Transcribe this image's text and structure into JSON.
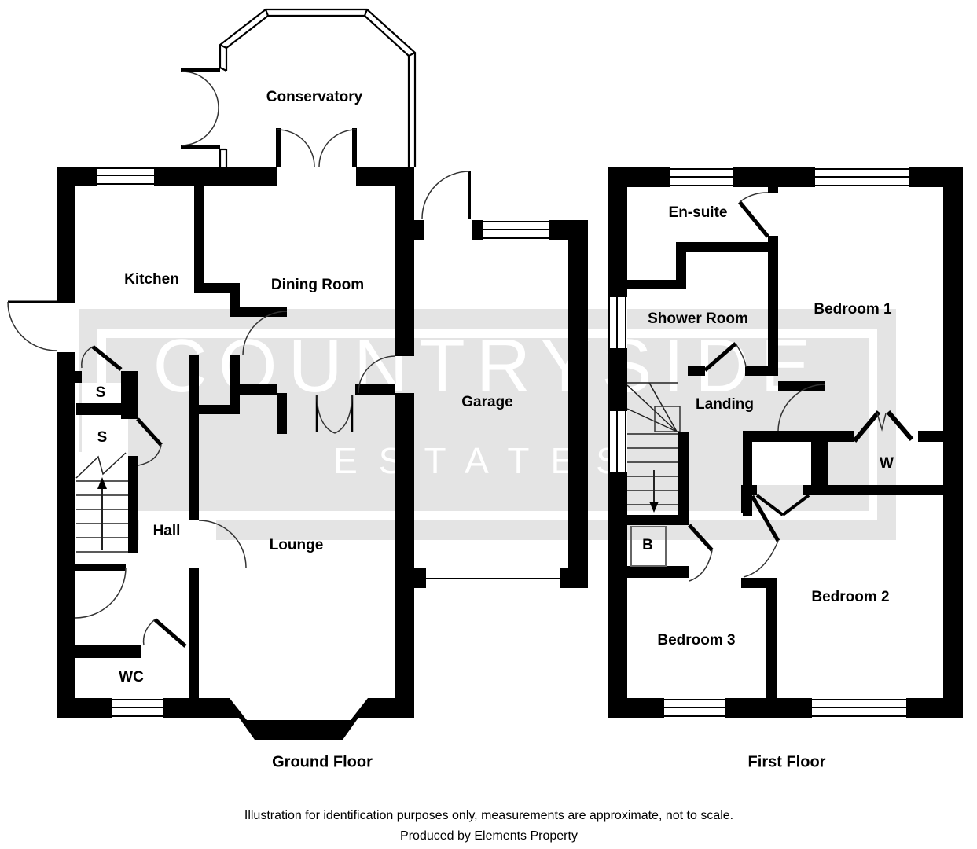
{
  "plan": {
    "ground": {
      "title": "Ground Floor",
      "rooms": {
        "conservatory": "Conservatory",
        "kitchen": "Kitchen",
        "dining_room": "Dining Room",
        "garage": "Garage",
        "hall": "Hall",
        "lounge": "Lounge",
        "wc": "WC",
        "store_1": "S",
        "store_2": "S"
      }
    },
    "first": {
      "title": "First Floor",
      "rooms": {
        "en_suite": "En-suite",
        "shower_room": "Shower Room",
        "bedroom_1": "Bedroom 1",
        "landing": "Landing",
        "wardrobe": "W",
        "boiler": "B",
        "bedroom_3": "Bedroom 3",
        "bedroom_2": "Bedroom 2"
      }
    }
  },
  "watermark": {
    "line1": "COUNTRYSIDE",
    "line2": "ESTATES"
  },
  "footer": {
    "line1": "Illustration for identification purposes only, measurements are approximate, not to scale.",
    "line2": "Produced by Elements Property"
  },
  "colors": {
    "wall": "#000000",
    "watermark_bg": "#e4e4e4",
    "watermark_text": "#ffffff"
  }
}
